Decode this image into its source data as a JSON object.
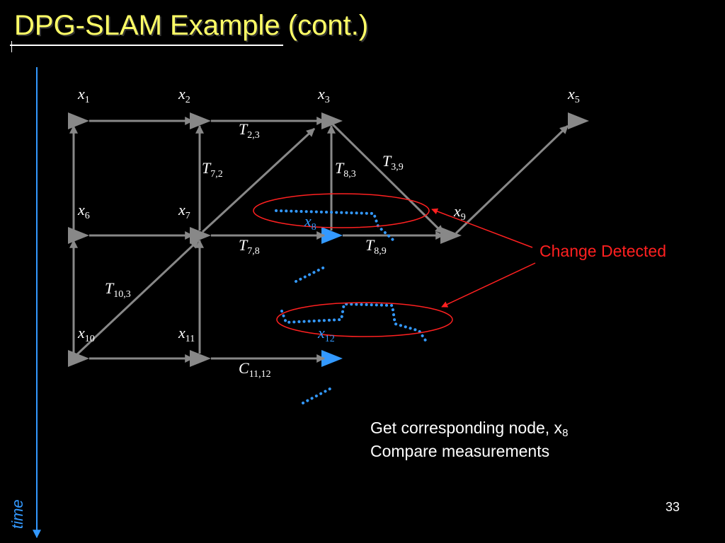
{
  "slide": {
    "title": "DPG-SLAM Example (cont.)",
    "time_label": "time",
    "page_number": "33",
    "change_label": "Change Detected",
    "note_line1_prefix": "Get corresponding node, x",
    "note_line1_sub": "8",
    "note_line2": "Compare measurements"
  },
  "nodes": {
    "x1": {
      "base": "x",
      "sub": "1"
    },
    "x2": {
      "base": "x",
      "sub": "2"
    },
    "x3": {
      "base": "x",
      "sub": "3"
    },
    "x5": {
      "base": "x",
      "sub": "5"
    },
    "x6": {
      "base": "x",
      "sub": "6"
    },
    "x7": {
      "base": "x",
      "sub": "7"
    },
    "x8": {
      "base": "x",
      "sub": "8"
    },
    "x9": {
      "base": "x",
      "sub": "9"
    },
    "x10": {
      "base": "x",
      "sub": "10"
    },
    "x11": {
      "base": "x",
      "sub": "11"
    },
    "x12": {
      "base": "x",
      "sub": "12"
    }
  },
  "edges": {
    "T23": {
      "base": "T",
      "sub": "2,3"
    },
    "T72": {
      "base": "T",
      "sub": "7,2"
    },
    "T83": {
      "base": "T",
      "sub": "8,3"
    },
    "T39": {
      "base": "T",
      "sub": "3,9"
    },
    "T78": {
      "base": "T",
      "sub": "7,8"
    },
    "T89": {
      "base": "T",
      "sub": "8,9"
    },
    "T103": {
      "base": "T",
      "sub": "10,3"
    },
    "C1112": {
      "base": "C",
      "sub": "11,12"
    }
  },
  "colors": {
    "title": "#ffff66",
    "edge": "#888888",
    "new_node": "#3399ff",
    "change": "#ff2020",
    "time_axis": "#3399ff"
  }
}
